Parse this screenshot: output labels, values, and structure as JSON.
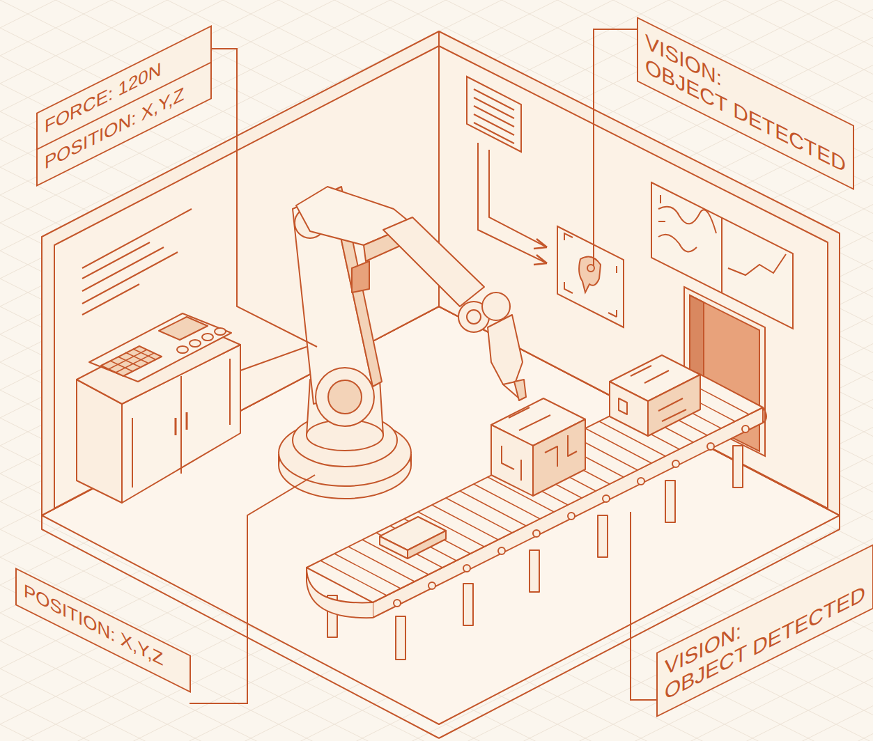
{
  "diagram": {
    "nodes": [
      {
        "text": [
          "FORCE: 120N",
          "POSITION: X,Y,Z"
        ]
      },
      {
        "text": [
          "VISION: OBJECT DETECTED"
        ]
      },
      {
        "text": [
          "POSITION: X,Y,Z"
        ]
      },
      {
        "text": [
          "VISION: OBJECT DETECTED"
        ]
      }
    ]
  }
}
